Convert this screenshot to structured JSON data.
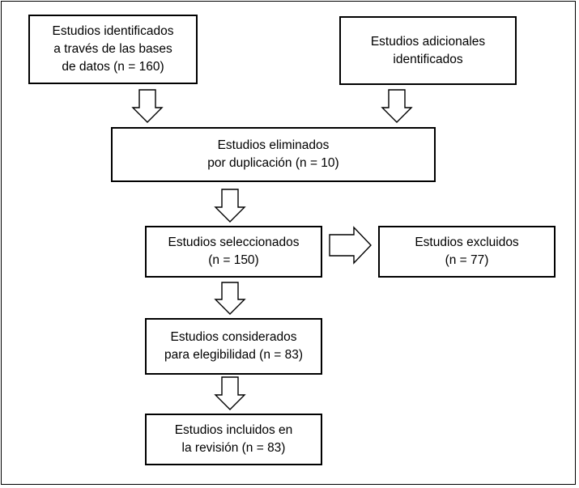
{
  "diagram": {
    "boxes": {
      "identified_db": {
        "lines": [
          "Estudios identificados",
          "a través de las bases",
          "de datos (n = 160)"
        ]
      },
      "additional": {
        "lines": [
          "Estudios adicionales",
          "identificados"
        ]
      },
      "duplicates": {
        "lines": [
          "Estudios eliminados",
          "por duplicación (n = 10)"
        ]
      },
      "selected": {
        "lines": [
          "Estudios seleccionados",
          "(n = 150)"
        ]
      },
      "excluded": {
        "lines": [
          "Estudios excluidos",
          "(n = 77)"
        ]
      },
      "eligibility": {
        "lines": [
          "Estudios considerados",
          "para elegibilidad (n = 83)"
        ]
      },
      "included": {
        "lines": [
          "Estudios incluidos en",
          "la revisión (n = 83)"
        ]
      }
    }
  }
}
